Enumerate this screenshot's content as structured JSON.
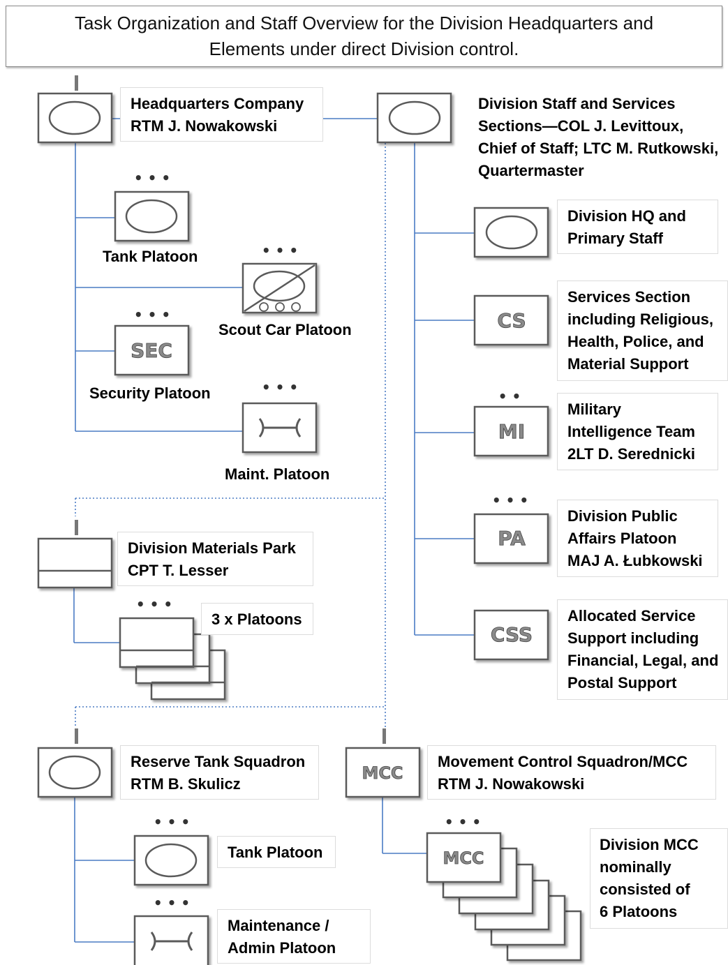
{
  "title": {
    "line1": "Task Organization and Staff Overview for the Division Headquarters and",
    "line2": "Elements under direct Division control."
  },
  "colors": {
    "connector": "#4a7bc4",
    "symbol_border": "#5a5a5a",
    "symbol_text": "#8a8a8a"
  },
  "units": {
    "hq_company": {
      "line1": "Headquarters Company",
      "line2": "RTM J. Nowakowski",
      "symbol": "armor-oval-icon"
    },
    "tank_platoon": {
      "label": "Tank Platoon",
      "echelon": "• • •",
      "symbol": "armor-oval-icon"
    },
    "scout_car_platoon": {
      "label": "Scout Car Platoon",
      "echelon": "• • •",
      "symbol": "armored-cavalry-icon"
    },
    "security_platoon": {
      "label": "Security Platoon",
      "echelon": "• • •",
      "code": "SEC"
    },
    "maint_platoon": {
      "label": "Maint. Platoon",
      "echelon": "• • •",
      "symbol": "maintenance-icon"
    },
    "division_staff": {
      "line1": "Division Staff and Services",
      "line2": "Sections—COL J. Levittoux,",
      "line3": "Chief of Staff; LTC M. Rutkowski,",
      "line4": "Quartermaster",
      "symbol": "armor-oval-icon"
    },
    "division_hq": {
      "line1": "Division HQ and",
      "line2": "Primary Staff",
      "symbol": "armor-oval-icon"
    },
    "services_section": {
      "line1": "Services  Section",
      "line2": "including Religious,",
      "line3": "Health, Police, and",
      "line4": "Material Support",
      "code": "CS"
    },
    "mi_team": {
      "line1": "Military",
      "line2": "Intelligence Team",
      "line3": "2LT D. Serednicki",
      "echelon": "• •",
      "code": "MI"
    },
    "pa_platoon": {
      "line1": "Division Public",
      "line2": "Affairs Platoon",
      "line3": "MAJ A. Łubkowski",
      "echelon": "• • •",
      "code": "PA"
    },
    "css": {
      "line1": "Allocated Service",
      "line2": "Support including",
      "line3": "Financial, Legal, and",
      "line4": "Postal Support",
      "code": "CSS"
    },
    "materials_park": {
      "line1": "Division Materials Park",
      "line2": "CPT T. Lesser",
      "symbol": "supply-icon"
    },
    "materials_platoons": {
      "label": "3 x Platoons",
      "echelon": "• • •",
      "symbol": "supply-icon"
    },
    "reserve_tank": {
      "line1": "Reserve Tank Squadron",
      "line2": "RTM B. Skulicz",
      "symbol": "armor-oval-icon"
    },
    "reserve_tank_platoon": {
      "label": "Tank Platoon",
      "echelon": "• • •",
      "symbol": "armor-oval-icon"
    },
    "reserve_maint": {
      "line1": "Maintenance /",
      "line2": "Admin Platoon",
      "echelon": "• • •",
      "symbol": "maintenance-icon"
    },
    "mcc_squadron": {
      "line1": "Movement Control Squadron/MCC",
      "line2": "RTM J. Nowakowski",
      "code": "MCC"
    },
    "mcc_platoons": {
      "line1": "Division MCC",
      "line2": "nominally",
      "line3": "consisted of",
      "line4": "6 Platoons",
      "echelon": "• • •",
      "code": "MCC"
    }
  }
}
